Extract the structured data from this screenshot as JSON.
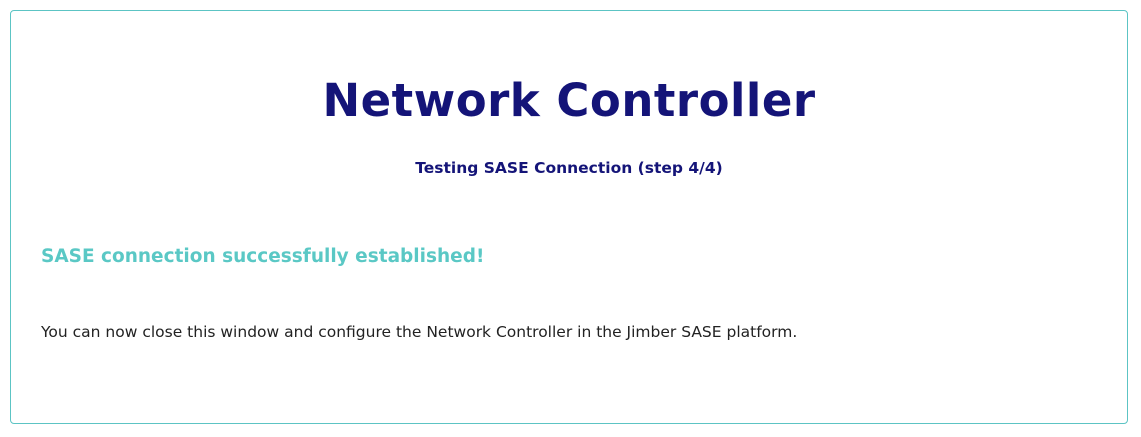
{
  "panel": {
    "title": "Network Controller",
    "subtitle": "Testing SASE Connection (step 4/4)",
    "success_message": "SASE connection successfully established!",
    "info_message": "You can now close this window and configure the Network Controller in the Jimber SASE platform."
  },
  "colors": {
    "title": "#141478",
    "success": "#5ac8c5",
    "border": "#5cc4c4",
    "body_text": "#222222"
  }
}
